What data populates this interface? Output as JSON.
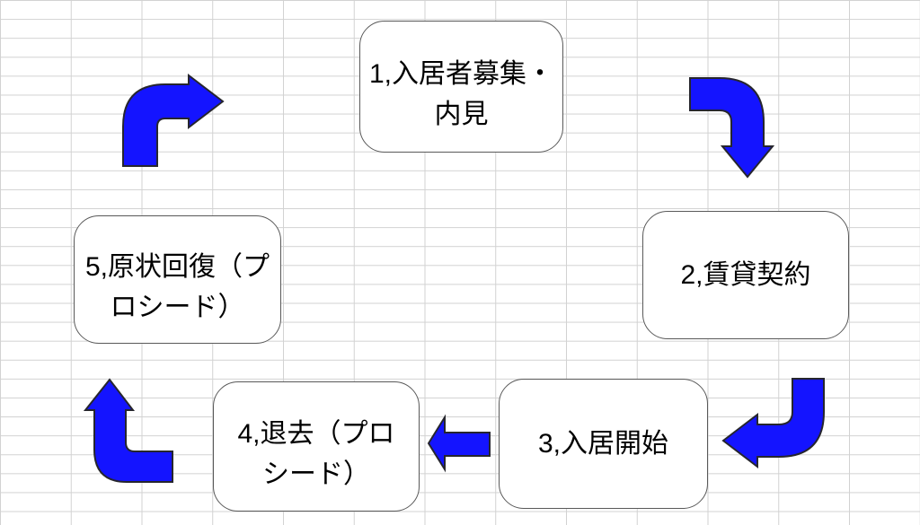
{
  "diagram": {
    "type": "cycle-flowchart",
    "steps": [
      {
        "id": 1,
        "label": "1,入居者募集・\n内見"
      },
      {
        "id": 2,
        "label": "2,賃貸契約"
      },
      {
        "id": 3,
        "label": "3,入居開始"
      },
      {
        "id": 4,
        "label": "4,退去（プロ\nシード）"
      },
      {
        "id": 5,
        "label": "5,原状回復（プ\nロシード）"
      }
    ],
    "arrows": [
      {
        "from": 1,
        "to": 2,
        "shape": "bent",
        "direction": "right-then-down"
      },
      {
        "from": 2,
        "to": 3,
        "shape": "bent",
        "direction": "down-then-left"
      },
      {
        "from": 3,
        "to": 4,
        "shape": "straight",
        "direction": "left"
      },
      {
        "from": 4,
        "to": 5,
        "shape": "bent",
        "direction": "left-then-up"
      },
      {
        "from": 5,
        "to": 1,
        "shape": "bent",
        "direction": "up-then-right"
      }
    ]
  },
  "colors": {
    "arrow_fill": "#1414ff",
    "arrow_outline": "#26262e",
    "box_border": "#595959",
    "box_fill": "#ffffff",
    "grid_line": "#d2d2d2",
    "text": "#000000",
    "background": "#ffffff"
  }
}
